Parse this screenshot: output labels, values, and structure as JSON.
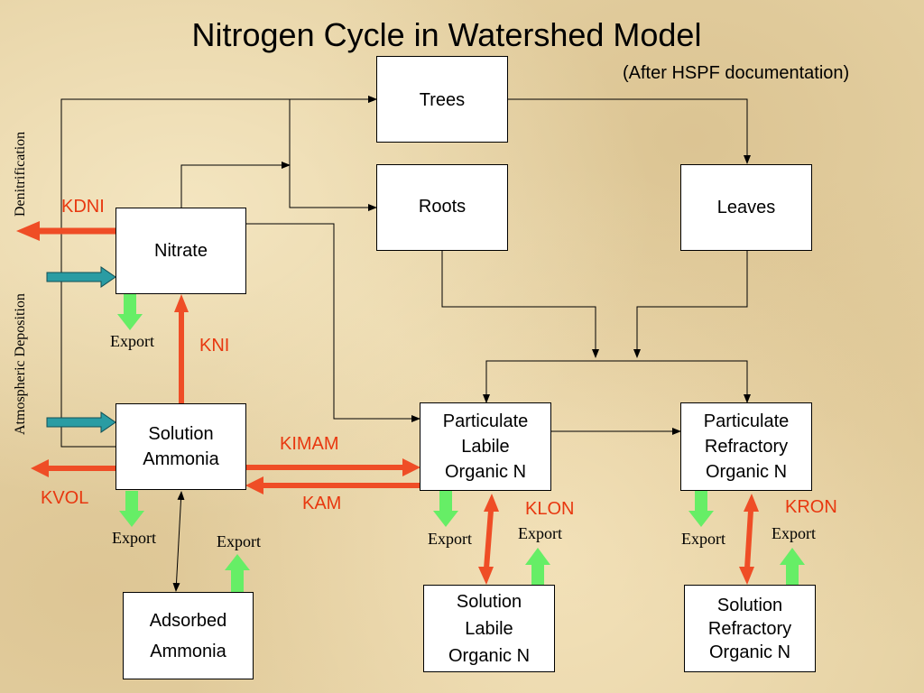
{
  "title": "Nitrogen Cycle in Watershed Model",
  "subtitle": "(After HSPF documentation)",
  "side_labels": {
    "denitrification": "Denitrification",
    "atmospheric_deposition": "Atmospheric Deposition"
  },
  "boxes": {
    "trees": "Trees",
    "roots": "Roots",
    "leaves": "Leaves",
    "nitrate": "Nitrate",
    "solution_ammonia": [
      "Solution",
      "Ammonia"
    ],
    "adsorbed_ammonia": [
      "Adsorbed",
      "Ammonia"
    ],
    "particulate_labile": [
      "Particulate",
      "Labile",
      "Organic N"
    ],
    "particulate_refractory": [
      "Particulate",
      "Refractory",
      "Organic N"
    ],
    "solution_labile": [
      "Solution",
      "Labile",
      "Organic N"
    ],
    "solution_refractory": [
      "Solution",
      "Refractory",
      "Organic N"
    ]
  },
  "rates": {
    "kdni": "KDNI",
    "kni": "KNI",
    "kimam": "KIMAM",
    "kam": "KAM",
    "kvol": "KVOL",
    "klon": "KLON",
    "kron": "KRON"
  },
  "export_label": "Export",
  "colors": {
    "red_arrow": "#ef4d26",
    "green_arrow": "#66ee66",
    "teal_arrow": "#2a9ca3",
    "rate_text": "#e8370f"
  }
}
